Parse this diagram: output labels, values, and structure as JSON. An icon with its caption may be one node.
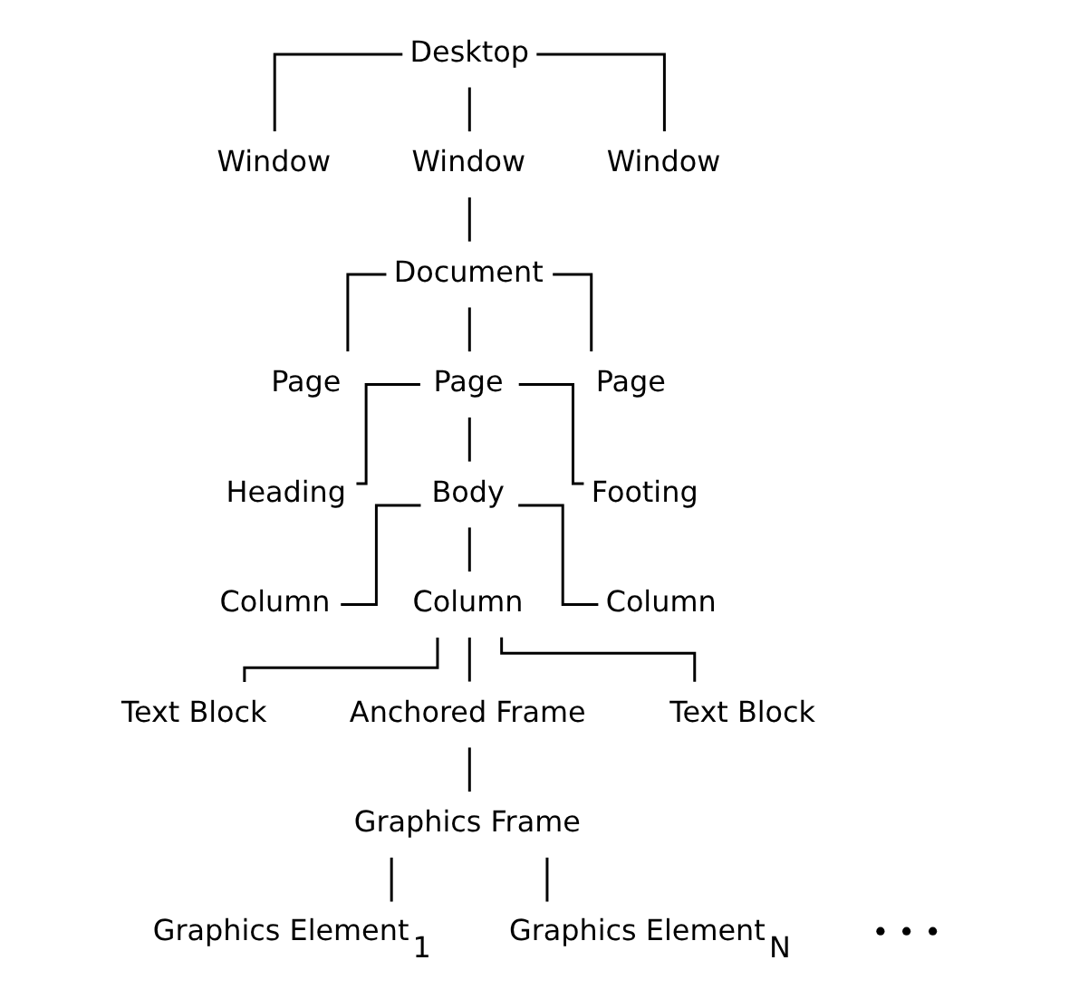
{
  "diagram": {
    "nodes": [
      {
        "text": [
          "Desktop"
        ]
      },
      {
        "text": [
          "Window"
        ]
      },
      {
        "text": [
          "Window"
        ]
      },
      {
        "text": [
          "Window"
        ]
      },
      {
        "text": [
          "Document"
        ]
      },
      {
        "text": [
          "Page"
        ]
      },
      {
        "text": [
          "Page"
        ]
      },
      {
        "text": [
          "Page"
        ]
      },
      {
        "text": [
          "Heading"
        ]
      },
      {
        "text": [
          "Body"
        ]
      },
      {
        "text": [
          "Footing"
        ]
      },
      {
        "text": [
          "Column"
        ]
      },
      {
        "text": [
          "Column"
        ]
      },
      {
        "text": [
          "Column"
        ]
      },
      {
        "text": [
          "Text Block"
        ]
      },
      {
        "text": [
          "Anchored Frame"
        ]
      },
      {
        "text": [
          "Text Block"
        ]
      },
      {
        "text": [
          "Graphics Frame"
        ]
      },
      {
        "text": [
          "Graphics Element$_{1}$"
        ]
      },
      {
        "text": [
          "Graphics Element$_{N}$"
        ]
      }
    ],
    "edges": [
      {
        "from": 0,
        "to": 1,
        "arrow": "none"
      },
      {
        "from": 0,
        "to": 2,
        "arrow": "none"
      },
      {
        "from": 0,
        "to": 3,
        "arrow": "none"
      },
      {
        "from": 2,
        "to": 4,
        "arrow": "none"
      },
      {
        "from": 4,
        "to": 5,
        "arrow": "none"
      },
      {
        "from": 4,
        "to": 6,
        "arrow": "none"
      },
      {
        "from": 4,
        "to": 7,
        "arrow": "none"
      },
      {
        "from": 6,
        "to": 8,
        "arrow": "none"
      },
      {
        "from": 6,
        "to": 9,
        "arrow": "none"
      },
      {
        "from": 6,
        "to": 10,
        "arrow": "none"
      },
      {
        "from": 9,
        "to": 11,
        "arrow": "none"
      },
      {
        "from": 9,
        "to": 12,
        "arrow": "none"
      },
      {
        "from": 9,
        "to": 13,
        "arrow": "none"
      },
      {
        "from": 12,
        "to": 14,
        "arrow": "none"
      },
      {
        "from": 12,
        "to": 15,
        "arrow": "none"
      },
      {
        "from": 12,
        "to": 16,
        "arrow": "none"
      },
      {
        "from": 15,
        "to": 17,
        "arrow": "none"
      },
      {
        "from": 17,
        "to": 18,
        "arrow": "none"
      },
      {
        "from": 17,
        "to": 19,
        "arrow": "none"
      }
    ],
    "labels": [
      "• • •"
    ]
  }
}
